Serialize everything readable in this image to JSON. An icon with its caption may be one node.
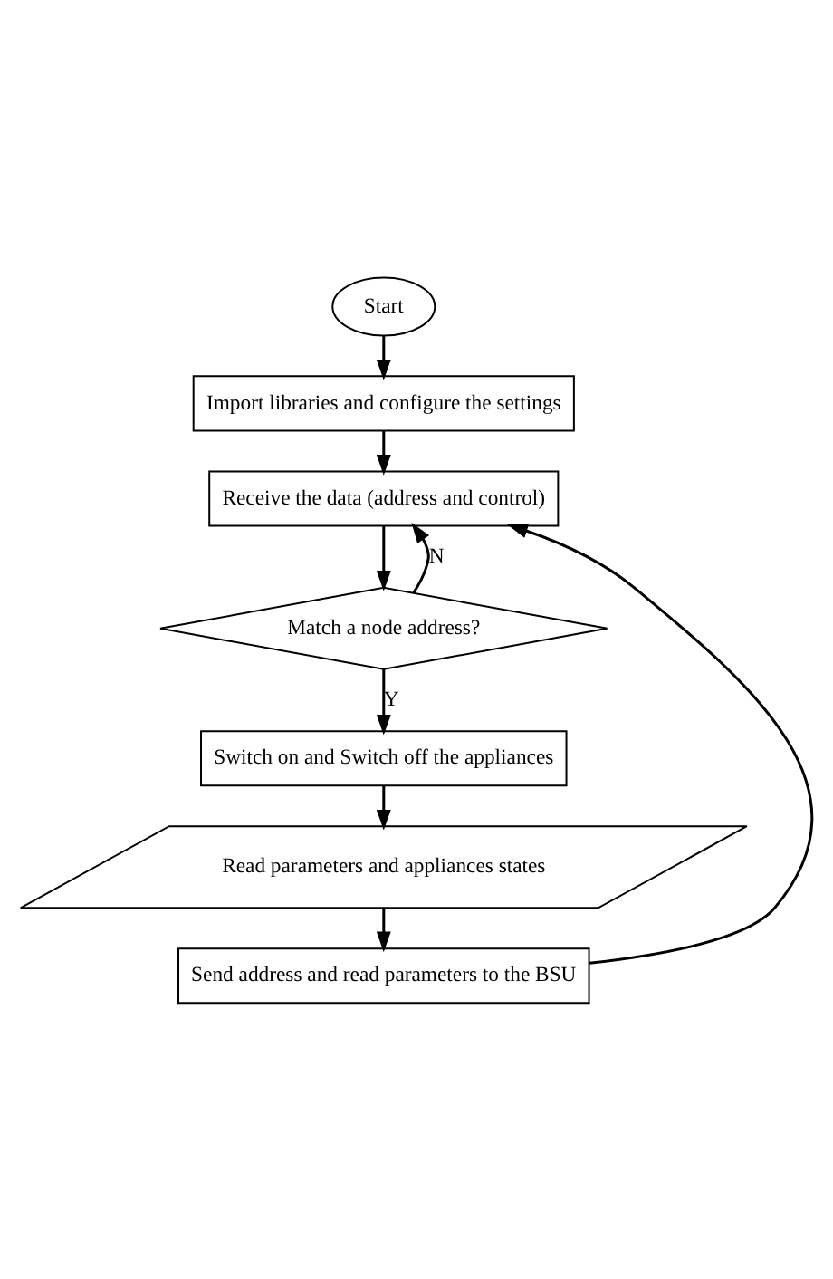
{
  "diagram": {
    "nodes": [
      {
        "text": [
          "Start"
        ]
      },
      {
        "text": [
          "Import libraries and configure the settings"
        ]
      },
      {
        "text": [
          "Receive the data (address and control)"
        ]
      },
      {
        "text": [
          "Match a node address?"
        ]
      },
      {
        "text": [
          "Switch on and Switch off the appliances"
        ]
      },
      {
        "text": [
          "Read parameters and appliances states"
        ]
      },
      {
        "text": [
          "Send address and read parameters to the BSU"
        ]
      }
    ],
    "edges": [
      {
        "from": 0,
        "to": 1,
        "arrow": "to"
      },
      {
        "from": 1,
        "to": 2,
        "arrow": "to"
      },
      {
        "from": 2,
        "to": 3,
        "arrow": "to"
      },
      {
        "from": 3,
        "to": 2,
        "arrow": "to",
        "label": "N"
      },
      {
        "from": 3,
        "to": 4,
        "arrow": "to",
        "label": "Y"
      },
      {
        "from": 4,
        "to": 5,
        "arrow": "to"
      },
      {
        "from": 5,
        "to": 6,
        "arrow": "to"
      },
      {
        "from": 6,
        "to": 2,
        "arrow": "to"
      }
    ]
  }
}
